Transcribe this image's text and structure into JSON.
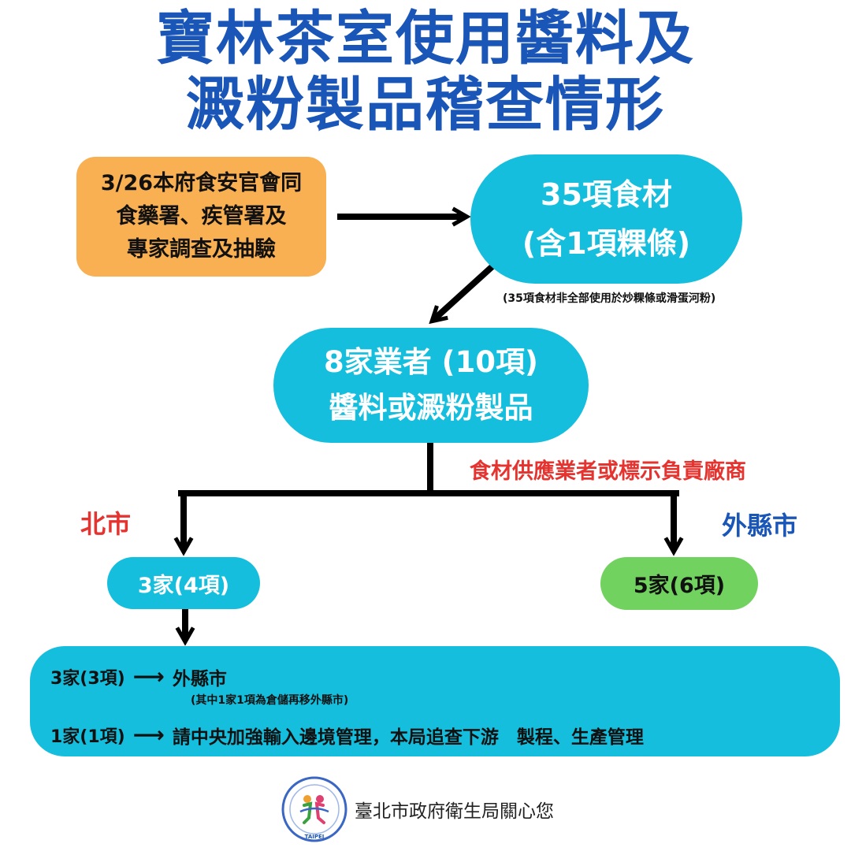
{
  "title": {
    "line1": "寶林茶室使用醬料及",
    "line2": "澱粉製品稽查情形"
  },
  "investigation": {
    "lines": [
      "3/26本府食安官會同",
      "食藥署、疾管署及",
      "專家調查及抽驗"
    ]
  },
  "food_items": {
    "line1": "35項食材",
    "line2": "(含1項粿條)",
    "note": "(35項食材非全部使用於炒粿條或滑蛋河粉)"
  },
  "vendors": {
    "line1": "8家業者 (10項)",
    "line2": "醬料或澱粉製品"
  },
  "supplier_label": "食材供應業者或標示負責廠商",
  "taipei_label": "北市",
  "other_city_label": "外縣市",
  "taipei_count": "3家(4項)",
  "other_count": "5家(6項)",
  "outcomes": [
    {
      "label": "3家(3項)",
      "arrow": "⟶",
      "text": "外縣市",
      "note": "(其中1家1項為倉儲再移外縣市)"
    },
    {
      "label": "1家(1項)",
      "arrow": "⟶",
      "text": "請中央加強輸入邊境管理，本局追查下游　製程、生產管理"
    }
  ],
  "footer": {
    "org": "臺北市政府衛生局關心您",
    "logo_text": "TAIPEI"
  },
  "colors": {
    "title": "#1a56b8",
    "cyan": "#14bedc",
    "orange": "#f8b052",
    "green": "#72d25f",
    "red": "#e5342f"
  }
}
